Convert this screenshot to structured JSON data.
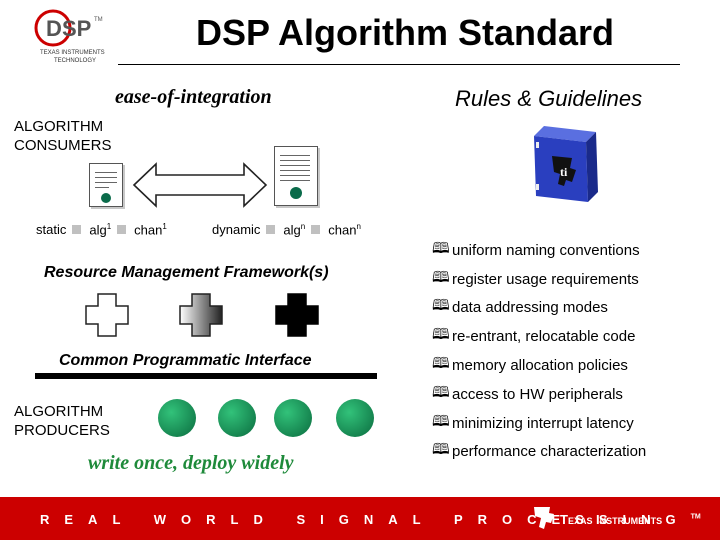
{
  "header": {
    "logo_text": "DSP",
    "logo_tm": "TM",
    "logo_sub1": "TEXAS INSTRUMENTS",
    "logo_sub2": "TECHNOLOGY",
    "title": "DSP Algorithm Standard"
  },
  "left": {
    "ease": "ease-of-integration",
    "consumers": [
      "ALGORITHM",
      "CONSUMERS"
    ],
    "params_left": {
      "static": "static",
      "alg": "alg",
      "alg_sup": "1",
      "chan": "chan",
      "chan_sup": "1"
    },
    "params_right": {
      "dynamic": "dynamic",
      "alg": "alg",
      "alg_sup": "n",
      "chan": "chan",
      "chan_sup": "n"
    },
    "rmf": "Resource Management Framework(s)",
    "cpi": "Common Programmatic Interface",
    "producers": [
      "ALGORITHM",
      "PRODUCERS"
    ],
    "write": "write once, deploy widely"
  },
  "right": {
    "title": "Rules & Guidelines",
    "bullet_icon": "book-icon",
    "items": [
      "uniform naming conventions",
      "register usage requirements",
      "data addressing modes",
      "re-entrant, relocatable code",
      "memory allocation policies",
      "access to HW peripherals",
      "minimizing interrupt latency",
      "performance characterization"
    ]
  },
  "footer": {
    "tagline": "REAL WORLD SIGNAL PROCESSING",
    "tagline_tm": "TM",
    "brand": "Texas Instruments"
  },
  "colors": {
    "footer_red": "#cc0000",
    "green": "#1e8a3a",
    "binder_blue": "#2a3fbf"
  }
}
